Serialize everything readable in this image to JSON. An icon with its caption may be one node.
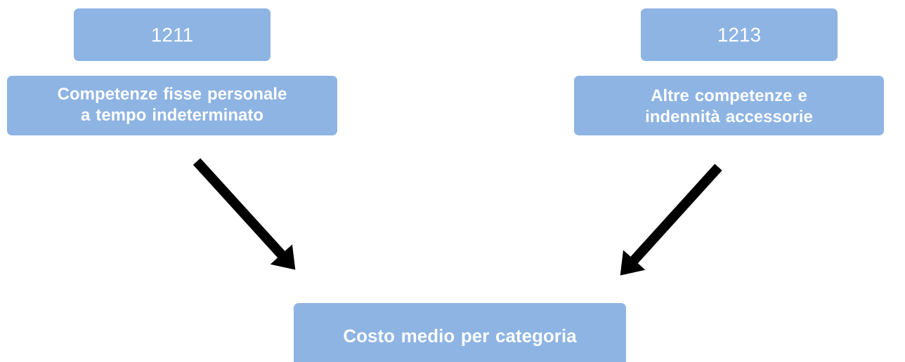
{
  "diagram": {
    "nodes": [
      {
        "text": [
          "1211"
        ]
      },
      {
        "text": [
          "Competenze fisse personale a tempo indeterminato"
        ]
      },
      {
        "text": [
          "1213"
        ]
      },
      {
        "text": [
          "Altre competenze e indennità accessorie"
        ]
      },
      {
        "text": [
          "Costo medio per categoria"
        ]
      }
    ],
    "edges": [
      {
        "from": 1,
        "to": 4,
        "arrow": "to"
      },
      {
        "from": 3,
        "to": 4,
        "arrow": "to"
      }
    ]
  }
}
